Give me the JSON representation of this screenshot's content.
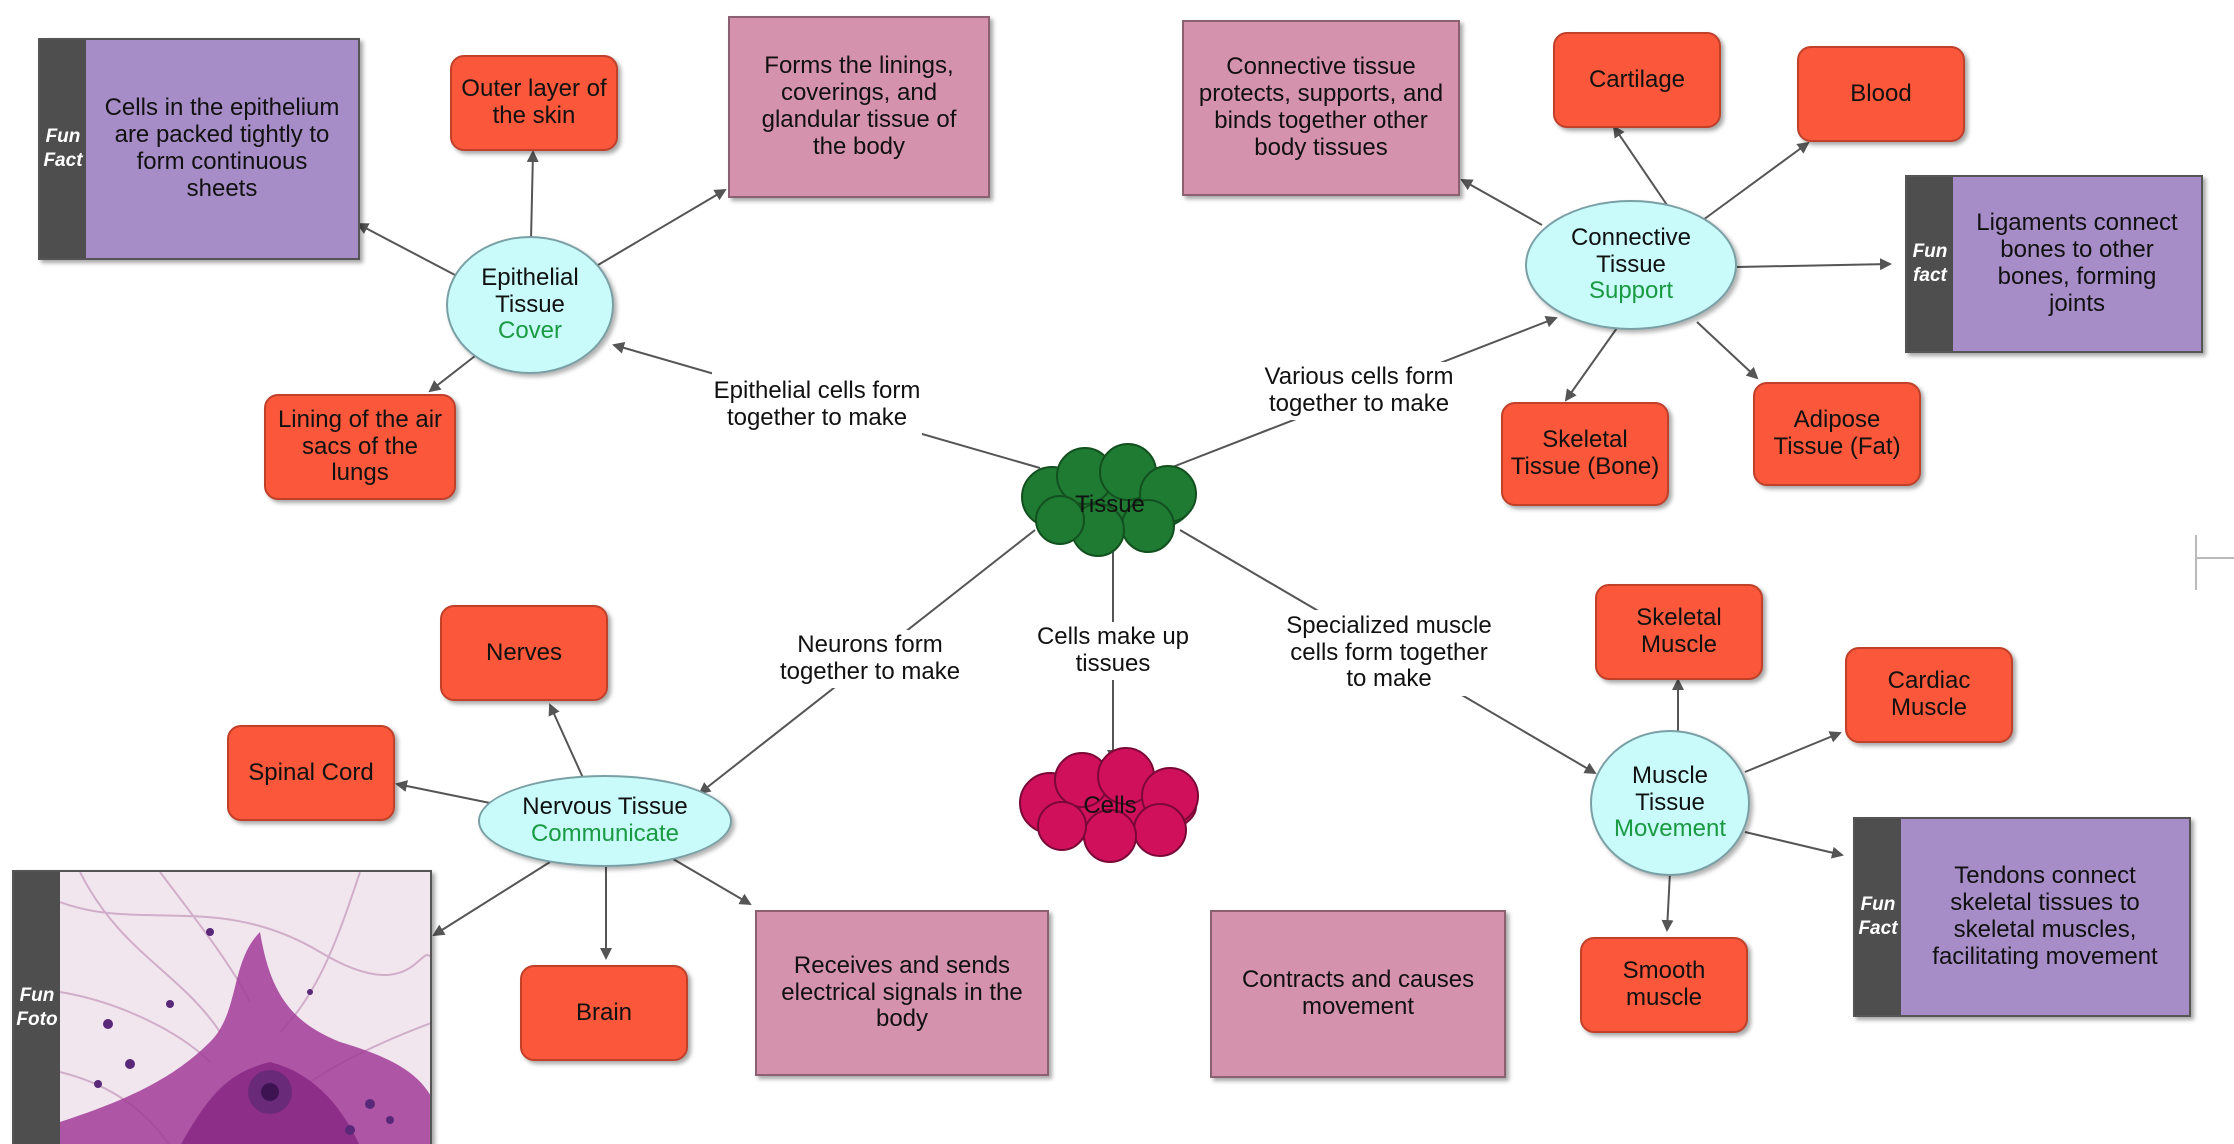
{
  "center": {
    "label": "Tissue",
    "color": "#1f7a32"
  },
  "cells_cloud": {
    "label": "Cells",
    "color": "#d1105c"
  },
  "edge_labels": {
    "epithelial": "Epithelial cells form together to make",
    "connective": "Various cells form together to make",
    "nervous": "Neurons form together to make",
    "cells": "Cells make up tissues",
    "muscle": "Specialized muscle cells form together to make"
  },
  "epithelial": {
    "name": "Epithelial Tissue",
    "function": "Cover",
    "fun_tag": "Fun Fact",
    "fun_fact": "Cells in the epithelium are packed tightly to form continuous sheets",
    "examples": [
      "Outer layer of the skin",
      "Lining of the air sacs of the lungs"
    ],
    "description": "Forms the linings, coverings, and glandular tissue of the body"
  },
  "connective": {
    "name": "Connective Tissue",
    "function": "Support",
    "description": "Connective tissue protects, supports, and binds together other body tissues",
    "examples": [
      "Cartilage",
      "Blood",
      "Skeletal Tissue (Bone)",
      "Adipose Tissue (Fat)"
    ],
    "fun_tag": "Fun fact",
    "fun_fact": "Ligaments connect bones to other bones, forming joints"
  },
  "nervous": {
    "name": "Nervous Tissue",
    "function": "Communicate",
    "examples": [
      "Nerves",
      "Spinal Cord",
      "Brain"
    ],
    "description": "Receives and sends electrical signals in the body",
    "photo_tag": "Fun Foto"
  },
  "muscle": {
    "name": "Muscle Tissue",
    "function": "Movement",
    "examples": [
      "Skeletal Muscle",
      "Cardiac Muscle",
      "Smooth muscle"
    ],
    "fun_tag": "Fun Fact",
    "fun_fact": "Tendons connect skeletal tissues to skeletal muscles, facilitating movement",
    "description": "Contracts and causes movement"
  },
  "colors": {
    "example_node": "#fb583b",
    "description_node": "#d592ac",
    "tissue_ellipse": "#c9fbfb",
    "function_text": "#1a9a42",
    "fun_fact_box": "#a78dc7",
    "fun_tag": "#4e4e4e"
  }
}
